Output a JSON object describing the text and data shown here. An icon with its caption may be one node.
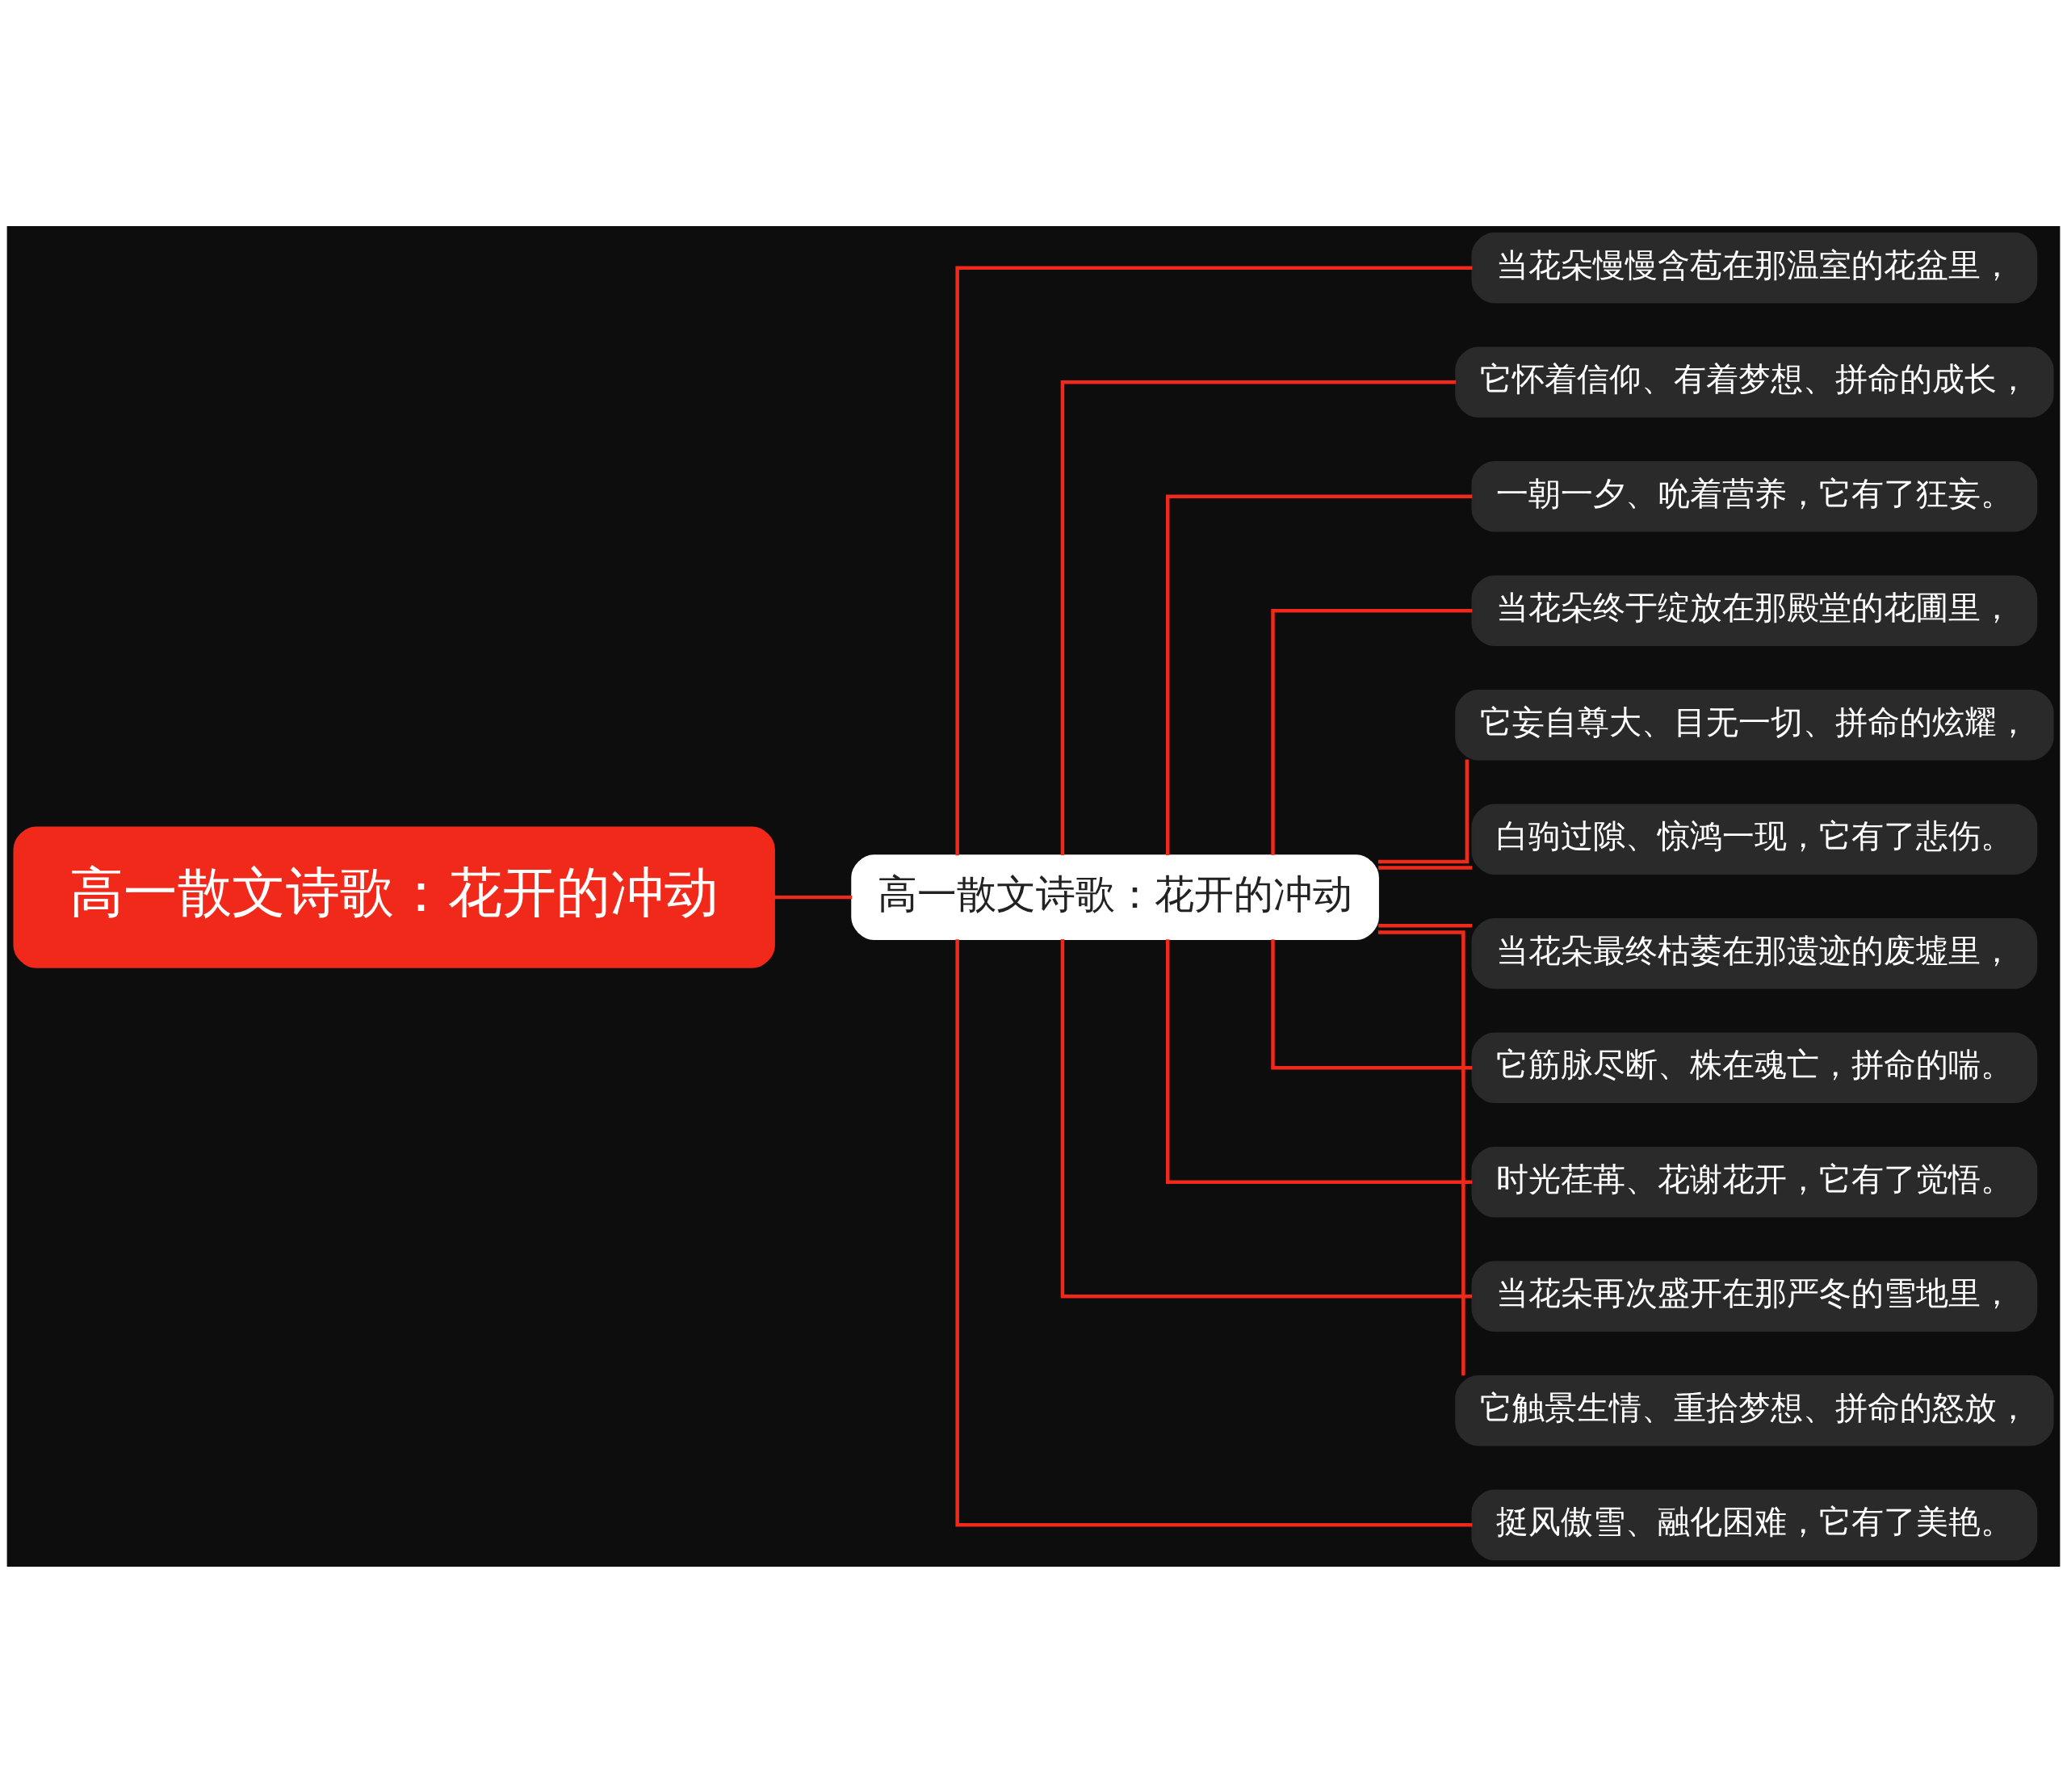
{
  "diagram": {
    "nodes": [
      {
        "text": [
          "高一散文诗歌：花开的冲动"
        ]
      },
      {
        "text": [
          "高一散文诗歌：花开的冲动"
        ]
      },
      {
        "text": [
          "当花朵慢慢含苞在那温室的花盆里，"
        ]
      },
      {
        "text": [
          "它怀着信仰、有着梦想、拼命的成长，"
        ]
      },
      {
        "text": [
          "一朝一夕、吮着营养，它有了狂妄。"
        ]
      },
      {
        "text": [
          "当花朵终于绽放在那殿堂的花圃里，"
        ]
      },
      {
        "text": [
          "它妄自尊大、目无一切、拼命的炫耀，"
        ]
      },
      {
        "text": [
          "白驹过隙、惊鸿一现，它有了悲伤。"
        ]
      },
      {
        "text": [
          "当花朵最终枯萎在那遗迹的废墟里，"
        ]
      },
      {
        "text": [
          "它筋脉尽断、株在魂亡，拼命的喘。"
        ]
      },
      {
        "text": [
          "时光荏苒、花谢花开，它有了觉悟。"
        ]
      },
      {
        "text": [
          "当花朵再次盛开在那严冬的雪地里，"
        ]
      },
      {
        "text": [
          "它触景生情、重拾梦想、拼命的怒放，"
        ]
      },
      {
        "text": [
          "挺风傲雪、融化困难，它有了美艳。"
        ]
      }
    ],
    "edges": [
      {
        "from": 0,
        "to": 1,
        "arrow": "none"
      },
      {
        "from": 1,
        "to": 2,
        "arrow": "none"
      },
      {
        "from": 1,
        "to": 3,
        "arrow": "none"
      },
      {
        "from": 1,
        "to": 4,
        "arrow": "none"
      },
      {
        "from": 1,
        "to": 5,
        "arrow": "none"
      },
      {
        "from": 1,
        "to": 6,
        "arrow": "none"
      },
      {
        "from": 1,
        "to": 7,
        "arrow": "none"
      },
      {
        "from": 1,
        "to": 8,
        "arrow": "none"
      },
      {
        "from": 1,
        "to": 9,
        "arrow": "none"
      },
      {
        "from": 1,
        "to": 10,
        "arrow": "none"
      },
      {
        "from": 1,
        "to": 11,
        "arrow": "none"
      },
      {
        "from": 1,
        "to": 12,
        "arrow": "none"
      },
      {
        "from": 1,
        "to": 13,
        "arrow": "none"
      }
    ]
  }
}
